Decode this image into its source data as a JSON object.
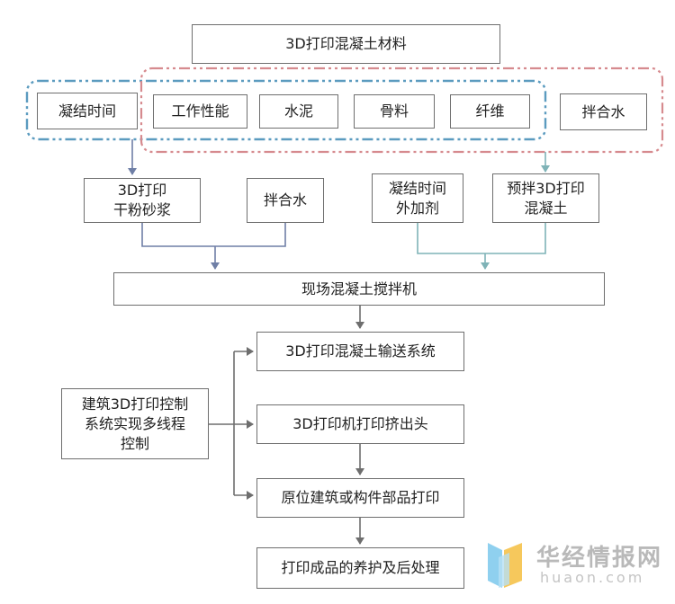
{
  "nodes": {
    "material": "3D打印混凝土材料",
    "setting_time": "凝结时间",
    "workability": "工作性能",
    "cement": "水泥",
    "aggregate": "骨料",
    "fiber": "纤维",
    "mix_water_top": "拌合水",
    "dry_mortar": "3D打印\n干粉砂浆",
    "mix_water": "拌合水",
    "admixture": "凝结时间\n外加剂",
    "premix": "预拌3D打印\n混凝土",
    "mixer": "现场混凝土搅拌机",
    "conveyor": "3D打印混凝土输送系统",
    "nozzle": "3D打印机打印挤出头",
    "control": "建筑3D打印控制\n系统实现多线程\n控制",
    "print_parts": "原位建筑或构件部品打印",
    "curing": "打印成品的养护及后处理"
  },
  "colors": {
    "line": "#6e6e6e",
    "blue_group": "#5b9bbf",
    "red_group": "#d68a8e",
    "blue_arrow": "#6f7fa6",
    "teal_arrow": "#7fb3b7"
  },
  "watermark": {
    "cn": "华经情报网",
    "en": "huaon.com"
  }
}
